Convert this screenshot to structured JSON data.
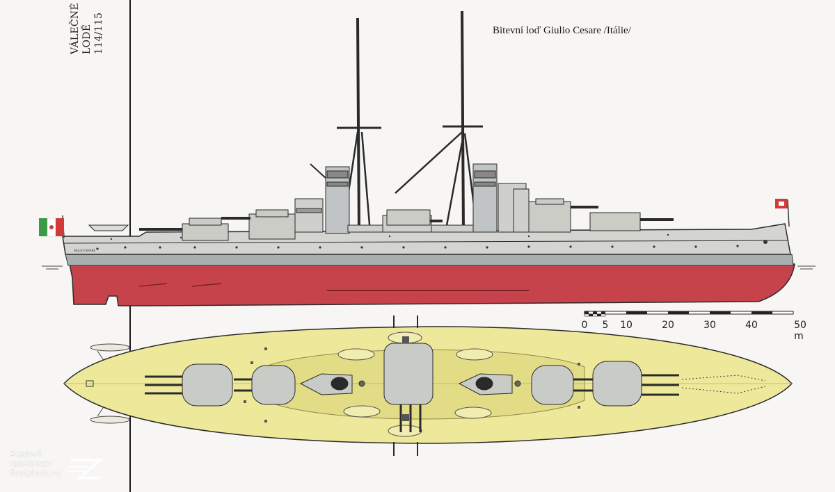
{
  "page": {
    "title": "Bitevní loď Giulio Cesare /Itálie/",
    "header_lines": [
      "VÁLEČNÉ",
      "LODĚ",
      "114/115"
    ],
    "hull_name_label": "GIULIO CESARE"
  },
  "scale_bar": {
    "ticks": [
      "0",
      "5",
      "10",
      "20",
      "30",
      "40",
      "50 m"
    ]
  },
  "watermark": {
    "lines": [
      "Водный",
      "транспорт",
      "fleetphoto.ru"
    ]
  },
  "colors": {
    "hull_grey": "#d4d4d0",
    "hull_red": "#c6434c",
    "deck_yellow": "#ede89a",
    "outline": "#2a2a2a",
    "flag_green": "#3a9a46",
    "flag_red": "#d23a3a"
  }
}
